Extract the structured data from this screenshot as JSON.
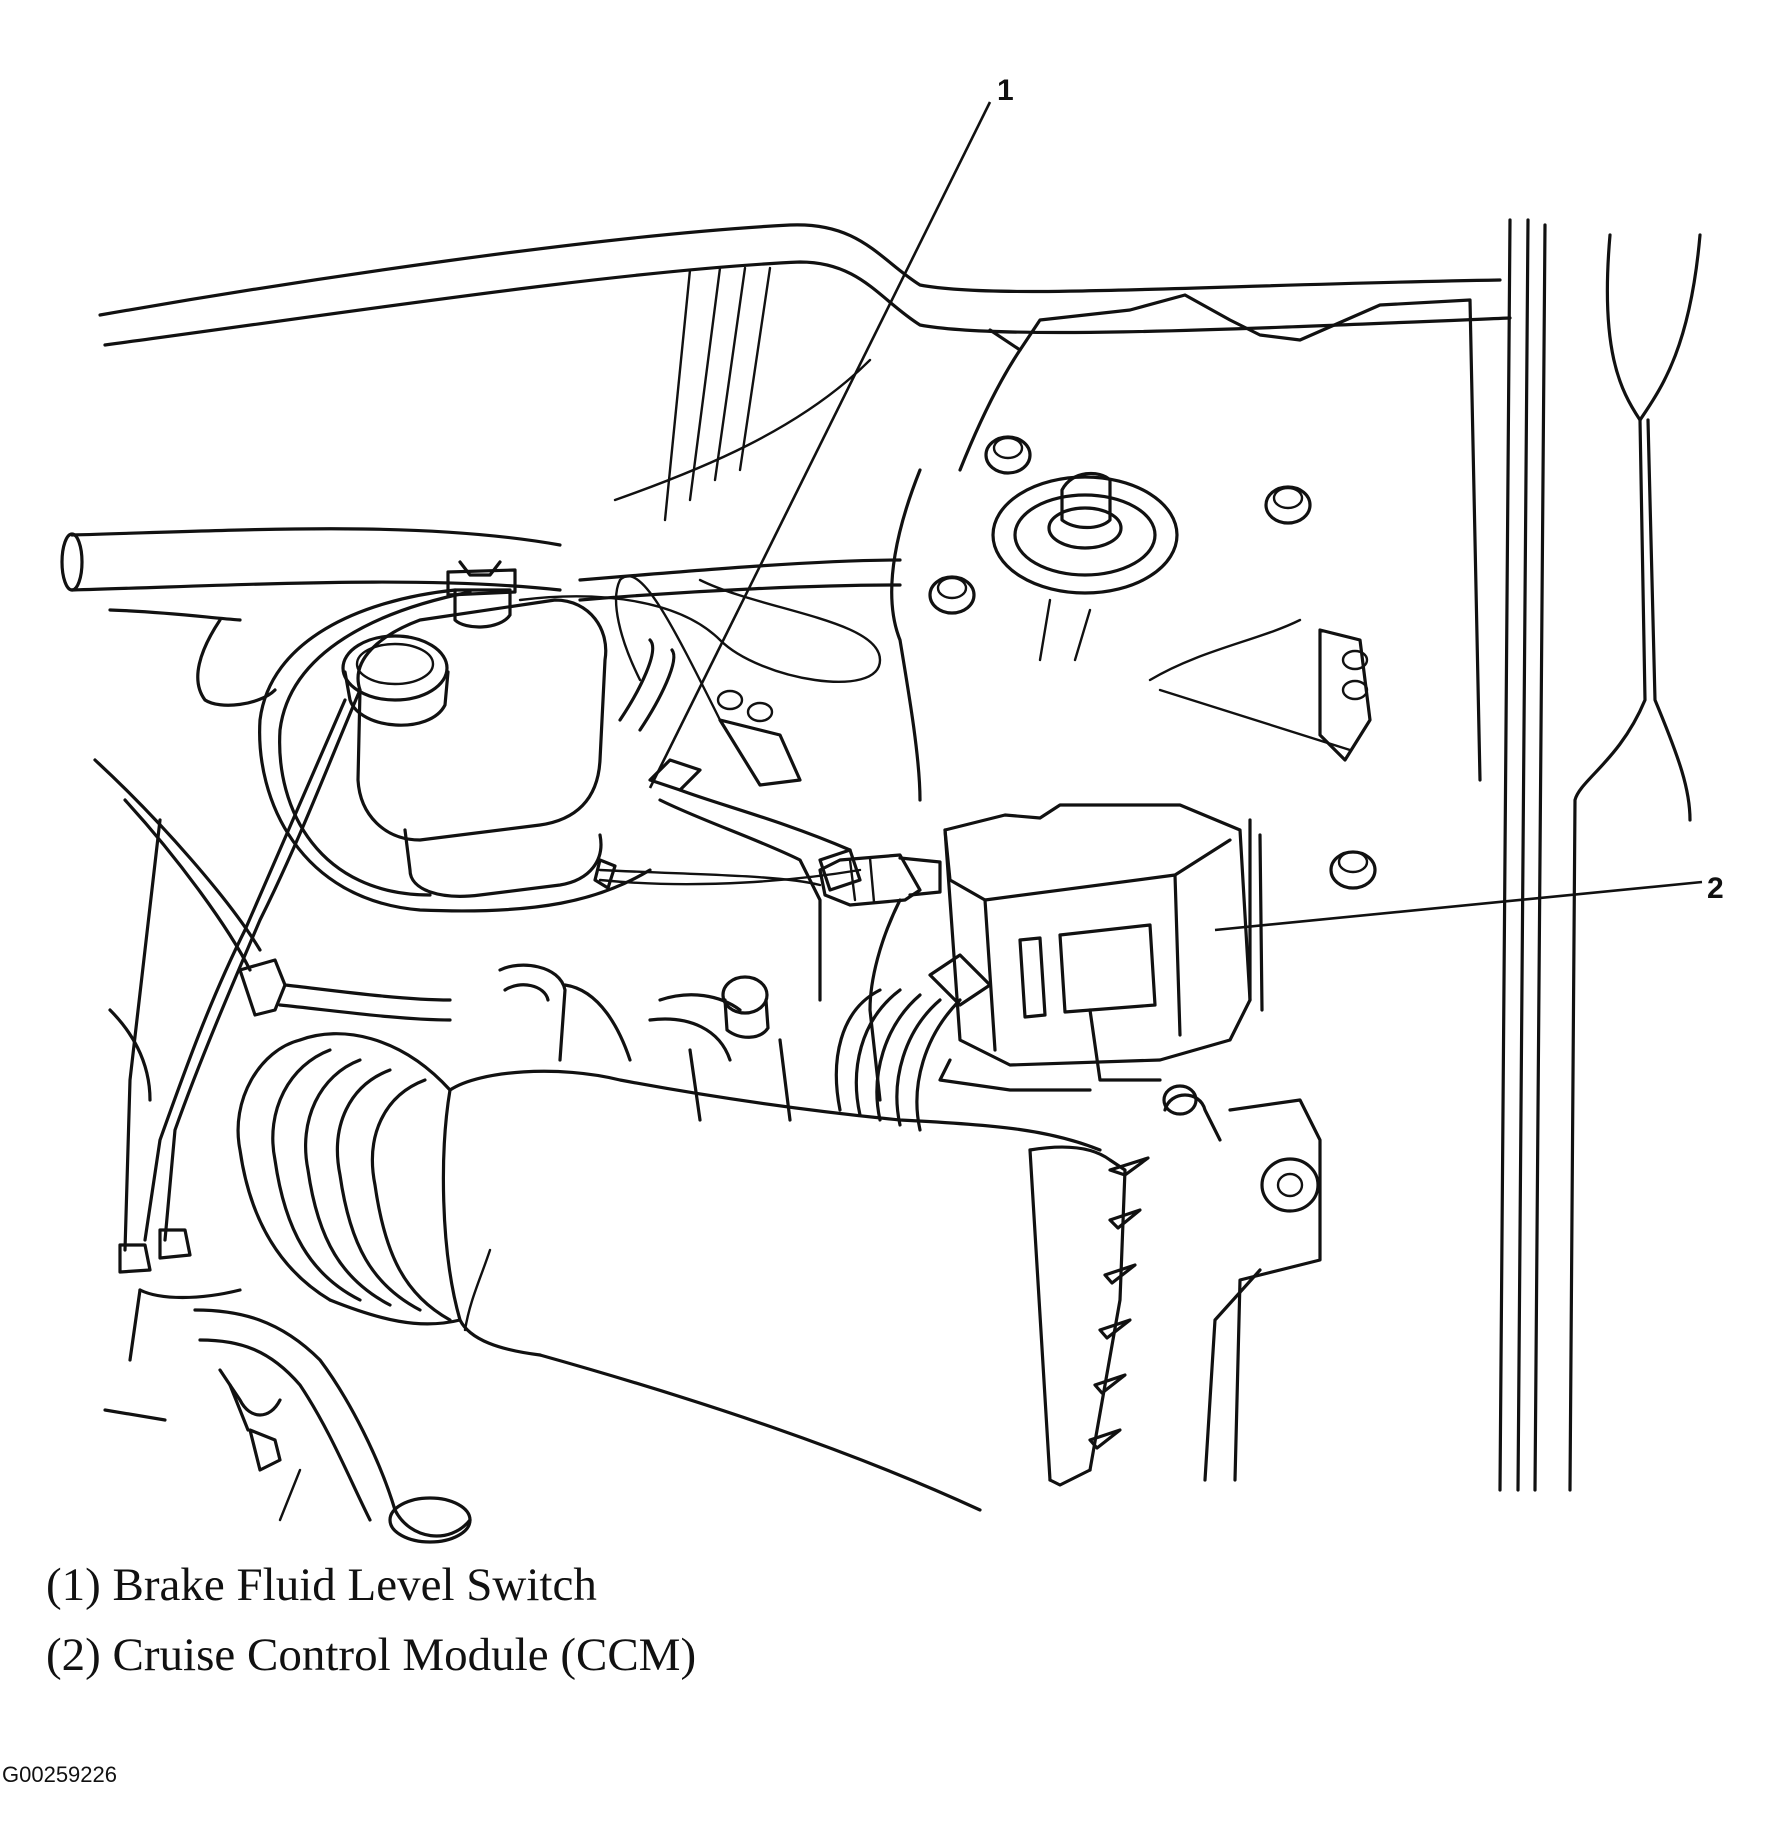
{
  "callouts": [
    {
      "number": "1",
      "label": "(1) Brake Fluid Level Switch"
    },
    {
      "number": "2",
      "label": "(2) Cruise Control Module (CCM)"
    }
  ],
  "figure_id": "G00259226",
  "colors": {
    "ink": "#111111",
    "background": "#ffffff"
  }
}
